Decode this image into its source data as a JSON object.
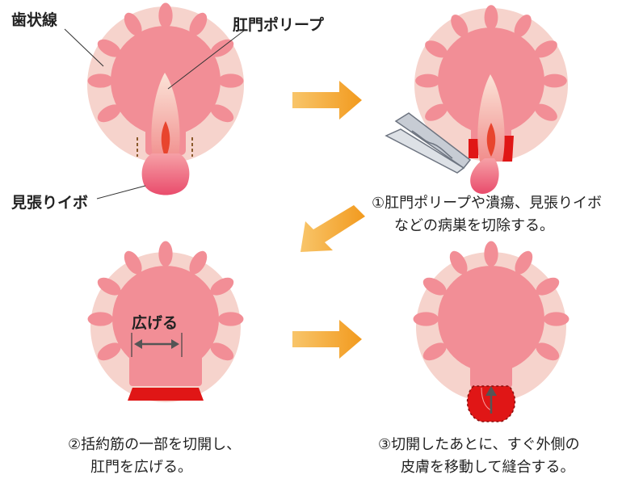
{
  "labels": {
    "dentate_line": "歯状線",
    "anal_polyp": "肛門ポリープ",
    "sentinel_tag": "見張りイボ",
    "widen": "広げる"
  },
  "captions": {
    "step1_line1": "①肛門ポリープや潰瘍、見張りイボ",
    "step1_line2": "などの病巣を切除する。",
    "step2_line1": "②括約筋の一部を切開し、",
    "step2_line2": "肛門を広げる。",
    "step3_line1": "③切開したあとに、すぐ外側の",
    "step3_line2": "皮膚を移動して縫合する。"
  },
  "colors": {
    "outer_disc": "#f6d3cc",
    "mucosa": "#f28e96",
    "mucosa_edge": "#f7b3b7",
    "polyp": "#f2a39f",
    "tag": "#ee5b78",
    "ulcer": "#e8452e",
    "excision": "#e01616",
    "arrow": "#f5a623",
    "instrument": "#c7ccd4"
  }
}
